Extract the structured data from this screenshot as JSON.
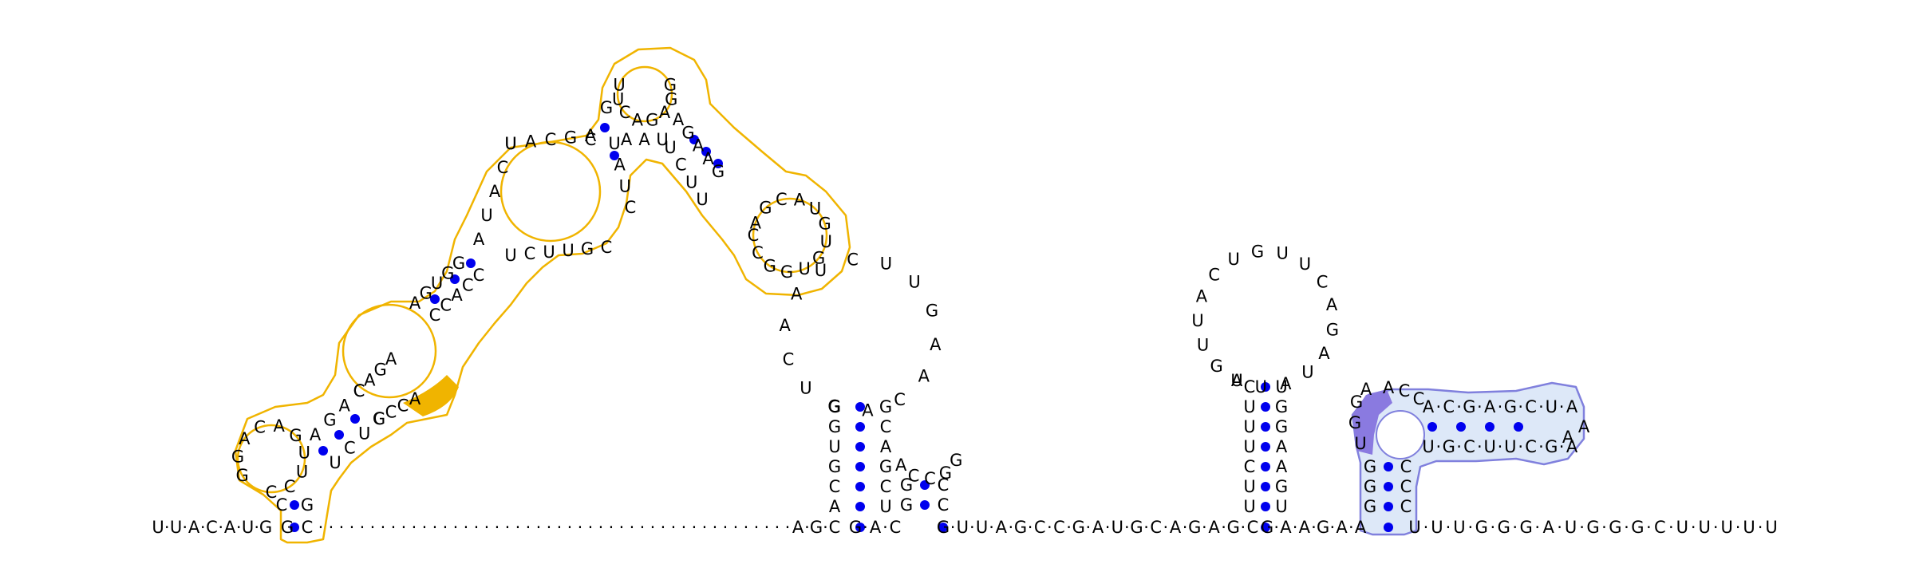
{
  "colors": {
    "background": "#ffffff",
    "nucleotide": "#000000",
    "base_pair_dot": "#0000ee",
    "highlight_outline_orange": "#f0b400",
    "highlight_fill_orange": "#f0b400",
    "highlight_outline_blue": "#8080dd",
    "highlight_fill_blue": "#dde8f8",
    "highlight_fill_violet": "#8a7ae0"
  },
  "backbone": {
    "left_tail": "U-U-A-C-A-U-G",
    "middle": "G-U-U-A-G-C-C-G-A-U-G-C-A-G-A-G-C",
    "right_tail": "U-U-U-G-G-G-A-U-G-G-G-C-U-U-U-U-U"
  },
  "structures": {
    "orange_domain": {
      "description_letters": "G-C-A-C-U-U-C-C-C-A-G-A-U-U-A-C-G-A-C-U-U-C-A-G-A-G-A-G-A-A-G-C-C-U-G-G-U-G-U-G-C-A-U-C-U-U-G-C-U-C-C-A-C-U-G-G-A-G-U-G-A-C-A-A-G-U-C-C-G-A"
    },
    "hairpin_2_loop": "G-A-C-A-A-G-U-U-C-U-A-A-C-U-G",
    "hairpin_3_loop": "A-C-C-G-G",
    "hairpin_4_loop": "A-U-A-U-A-G-A-C-U-U-G-U-C-A-U-U-G-U",
    "blue_domain_loop": "A-C-C-A-C-G-A-G-C-U-A-A-A-G-C-U-U-C-G-U"
  }
}
